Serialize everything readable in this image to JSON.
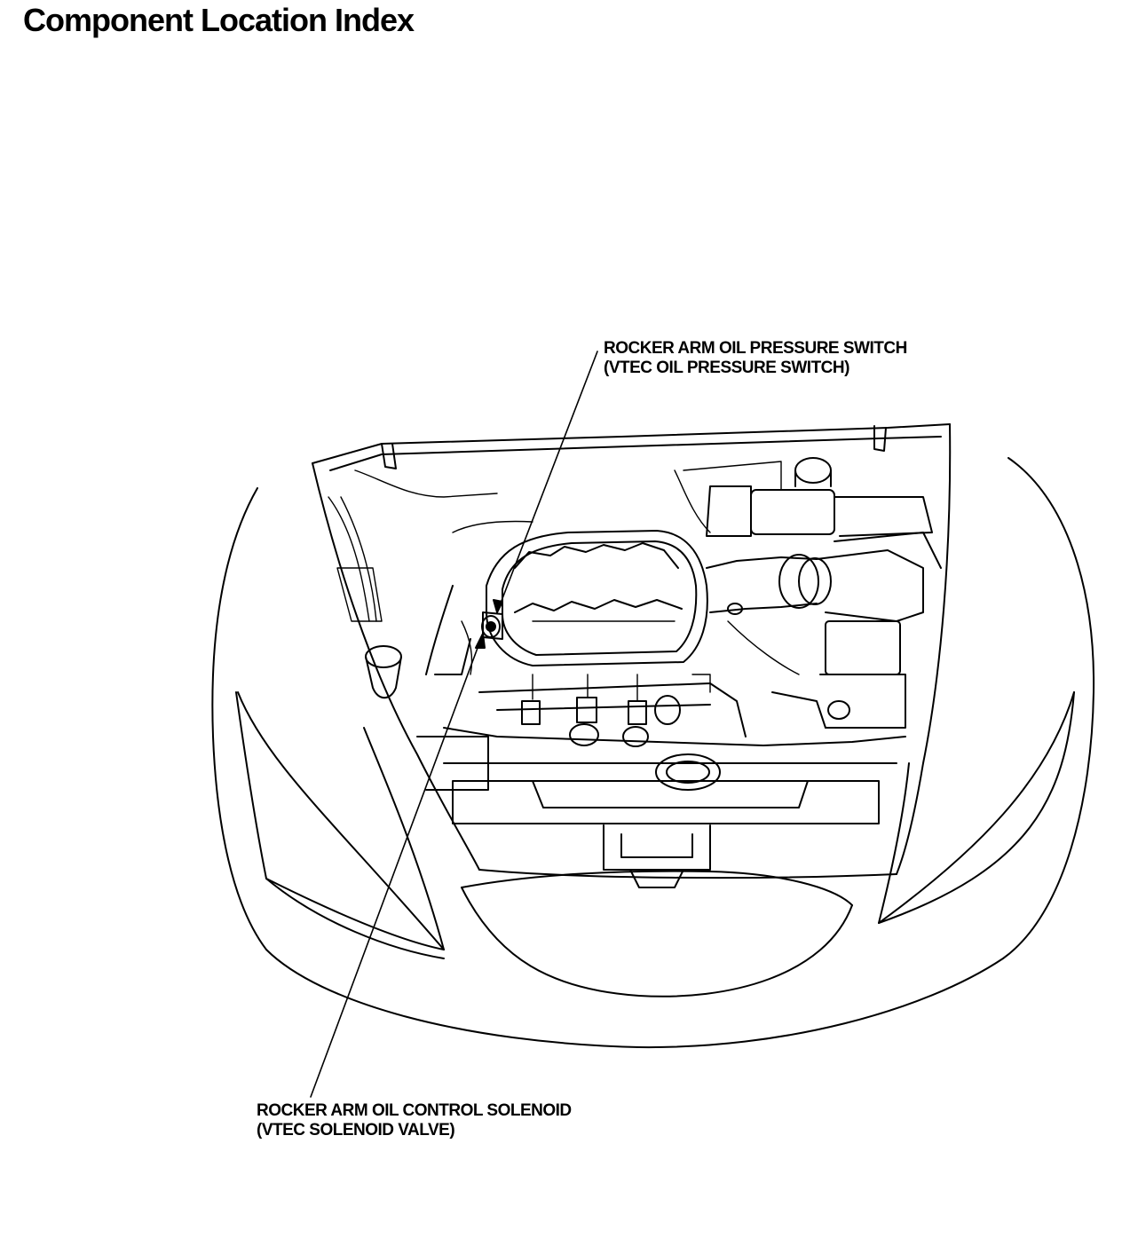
{
  "page": {
    "title": "Component Location Index"
  },
  "callouts": {
    "top": {
      "line1": "ROCKER ARM OIL PRESSURE SWITCH",
      "line2": "(VTEC OIL PRESSURE SWITCH)"
    },
    "bottom": {
      "line1": "ROCKER ARM OIL CONTROL SOLENOID",
      "line2": "(VTEC SOLENOID VALVE)"
    }
  },
  "colors": {
    "ink": "#000000",
    "paper": "#ffffff"
  }
}
